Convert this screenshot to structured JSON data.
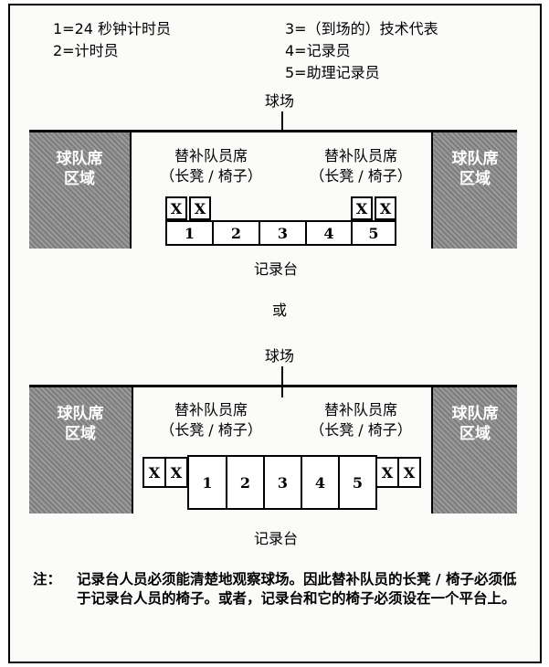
{
  "legend": {
    "item1": "1=24 秒钟计时员",
    "item2": "2=计时员",
    "item3": "3=（到场的）技术代表",
    "item4": "4=记录员",
    "item5": "5=助理记录员"
  },
  "diagram1": {
    "court_label": "球场",
    "team_bench_line1": "球队席",
    "team_bench_line2": "区域",
    "sub_bench_line1": "替补队员席",
    "sub_bench_line2": "（长凳 / 椅子）",
    "x_mark": "X",
    "seats": [
      "1",
      "2",
      "3",
      "4",
      "5"
    ],
    "table_label": "记录台"
  },
  "or_label": "或",
  "diagram2": {
    "court_label": "球场",
    "team_bench_line1": "球队席",
    "team_bench_line2": "区域",
    "sub_bench_line1": "替补队员席",
    "sub_bench_line2": "（长凳 / 椅子）",
    "x_mark": "X",
    "seats": [
      "1",
      "2",
      "3",
      "4",
      "5"
    ],
    "table_label": "记录台"
  },
  "note": {
    "label": "注：",
    "text": "记录台人员必须能清楚地观察球场。因此替补队员的长凳 / 椅子必须低于记录台人员的椅子。或者，记录台和它的椅子必须设在一个平台上。"
  }
}
